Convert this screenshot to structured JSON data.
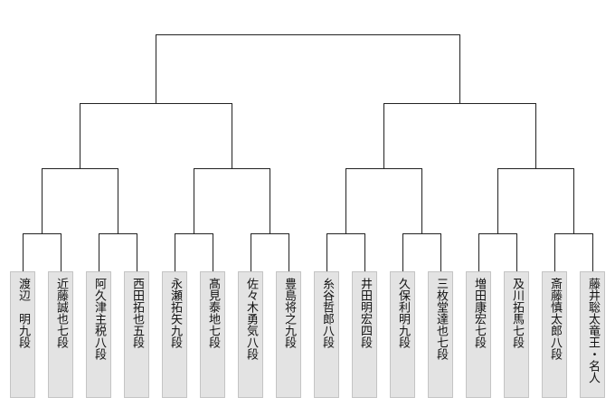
{
  "bracket": {
    "players": [
      {
        "name": "渡辺　明九段"
      },
      {
        "name": "近藤誠也七段"
      },
      {
        "name": "阿久津主税八段"
      },
      {
        "name": "西田拓也五段"
      },
      {
        "name": "永瀬拓矢九段"
      },
      {
        "name": "髙見泰地七段"
      },
      {
        "name": "佐々木勇気八段"
      },
      {
        "name": "豊島将之九段"
      },
      {
        "name": "糸谷哲郎八段"
      },
      {
        "name": "井田明宏四段"
      },
      {
        "name": "久保利明九段"
      },
      {
        "name": "三枚堂達也七段"
      },
      {
        "name": "増田康宏七段"
      },
      {
        "name": "及川拓馬七段"
      },
      {
        "name": "斎藤慎太郎八段"
      },
      {
        "name": "藤井聡太竜王・名人"
      }
    ],
    "rounds": 4
  }
}
